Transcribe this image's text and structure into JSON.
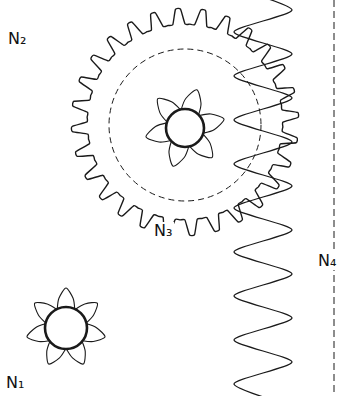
{
  "diagram": {
    "labels": [
      "N₂",
      "N₃",
      "N₄",
      "N₁"
    ]
  }
}
